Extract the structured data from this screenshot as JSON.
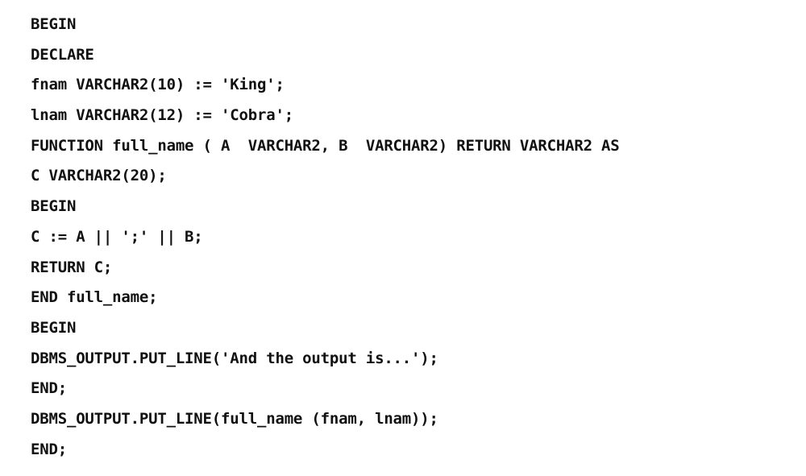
{
  "code": {
    "lines": [
      "BEGIN",
      "DECLARE",
      "fnam VARCHAR2(10) := 'King';",
      "lnam VARCHAR2(12) := 'Cobra';",
      "FUNCTION full_name ( A  VARCHAR2, B  VARCHAR2) RETURN VARCHAR2 AS",
      "C VARCHAR2(20);",
      "BEGIN",
      "C := A || ';' || B;",
      "RETURN C;",
      "END full_name;",
      "BEGIN",
      "DBMS_OUTPUT.PUT_LINE('And the output is...');",
      "END;",
      "DBMS_OUTPUT.PUT_LINE(full_name (fnam, lnam));",
      "END;"
    ]
  }
}
